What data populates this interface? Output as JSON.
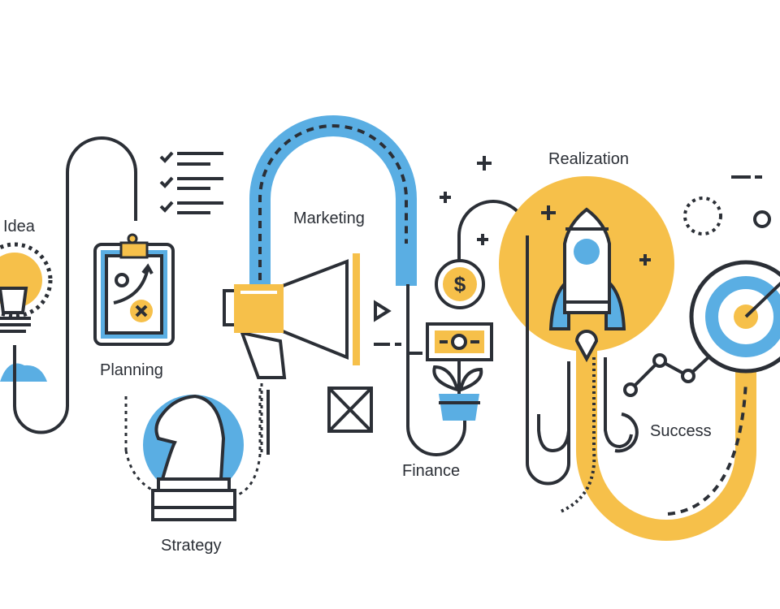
{
  "labels": {
    "idea": "Idea",
    "planning": "Planning",
    "strategy": "Strategy",
    "marketing": "Marketing",
    "finance": "Finance",
    "realization": "Realization",
    "success": "Success"
  },
  "colors": {
    "line": "#2b2f36",
    "accent_yellow": "#f6c04a",
    "accent_blue": "#5aaee3",
    "background": "#ffffff"
  }
}
